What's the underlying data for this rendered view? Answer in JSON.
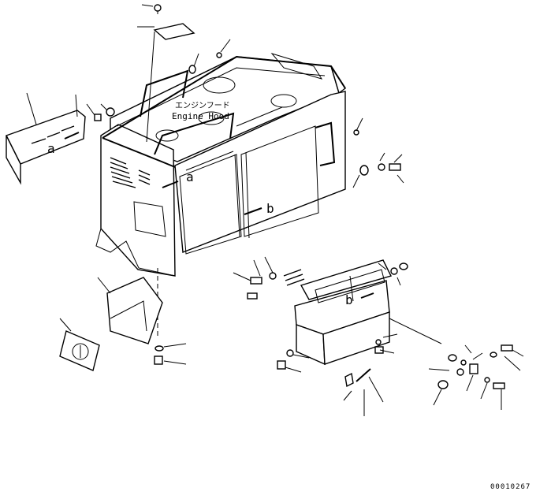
{
  "hood": {
    "label_jp": "エンジンフード",
    "label_en": "Engine Hood"
  },
  "letters": {
    "a_left": "a",
    "a_hood": "a",
    "b_side": "b",
    "b_box": "b"
  },
  "figure_ref": "00010267"
}
